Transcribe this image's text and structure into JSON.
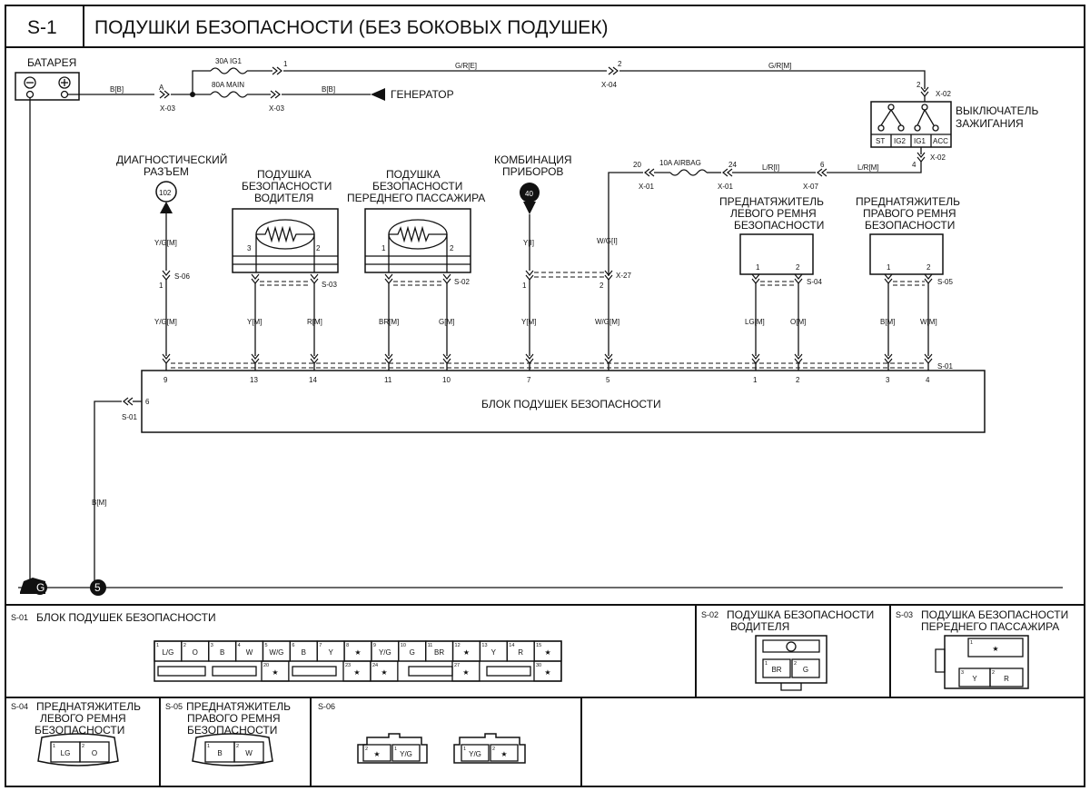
{
  "header": {
    "sheet": "S-1",
    "title": "ПОДУШКИ БЕЗОПАСНОСТИ (БЕЗ БОКОВЫХ ПОДУШЕК)"
  },
  "components": {
    "battery": "БАТАРЕЯ",
    "generator": "ГЕНЕРАТОР",
    "ignition_1": "ВЫКЛЮЧАТЕЛЬ",
    "ignition_2": "ЗАЖИГАНИЯ",
    "ign_st": "ST",
    "ign_ig2": "IG2",
    "ign_ig1": "IG1",
    "ign_acc": "ACC",
    "diag_1": "ДИАГНОСТИЧЕСКИЙ",
    "diag_2": "РАЗЪЕМ",
    "diag_num": "102",
    "drv_1": "ПОДУШКА",
    "drv_2": "БЕЗОПАСНОСТИ",
    "drv_3": "ВОДИТЕЛЯ",
    "pass_1": "ПОДУШКА",
    "pass_2": "БЕЗОПАСНОСТИ",
    "pass_3": "ПЕРЕДНЕГО ПАССАЖИРА",
    "cluster_1": "КОМБИНАЦИЯ",
    "cluster_2": "ПРИБОРОВ",
    "cluster_num": "40",
    "lpt_1": "ПРЕДНАТЯЖИТЕЛЬ",
    "lpt_2": "ЛЕВОГО РЕМНЯ",
    "lpt_3": "БЕЗОПАСНОСТИ",
    "rpt_1": "ПРЕДНАТЯЖИТЕЛЬ",
    "rpt_2": "ПРАВОГО РЕМНЯ",
    "rpt_3": "БЕЗОПАСНОСТИ",
    "srs": "БЛОК ПОДУШЕК БЕЗОПАСНОСТИ",
    "ground_g": "G",
    "ground_5": "5"
  },
  "fuses": {
    "ig1": "30A IG1",
    "main": "80A MAIN",
    "airbag": "10A AIRBAG"
  },
  "wires": {
    "bb": "B[B]",
    "grE": "G/R[E]",
    "grM": "G/R[M]",
    "lrI": "L/R[I]",
    "lrM": "L/R[M]",
    "ygM": "Y/G[M]",
    "yM": "Y[M]",
    "rM": "R[M]",
    "brM": "BR[M]",
    "gM": "G[M]",
    "yI": "Y[I]",
    "wgI": "W/G[I]",
    "wgM": "W/G[M]",
    "lgM": "LG[M]",
    "oM": "O[M]",
    "bM": "B[M]",
    "wM": "W[M]"
  },
  "connectors": {
    "x03": "X-03",
    "x04": "X-04",
    "x02": "X-02",
    "x01": "X-01",
    "x07": "X-07",
    "x27": "X-27",
    "s01": "S-01",
    "s02": "S-02",
    "s03": "S-03",
    "s04": "S-04",
    "s05": "S-05",
    "s06": "S-06"
  },
  "pins": {
    "a": "A",
    "p1": "1",
    "p2": "2",
    "p3": "3",
    "p4": "4",
    "p5": "5",
    "p6": "6",
    "p7": "7",
    "p9": "9",
    "p10": "10",
    "p11": "11",
    "p13": "13",
    "p14": "14",
    "p20": "20",
    "p24": "24"
  },
  "views": {
    "s01_code": "S-01",
    "s01_title": "БЛОК ПОДУШЕК БЕЗОПАСНОСТИ",
    "s02_code": "S-02",
    "s02_title_1": "ПОДУШКА БЕЗОПАСНОСТИ",
    "s02_title_2": "ВОДИТЕЛЯ",
    "s03_code": "S-03",
    "s03_title_1": "ПОДУШКА БЕЗОПАСНОСТИ",
    "s03_title_2": "ПЕРЕДНЕГО ПАССАЖИРА",
    "s04_code": "S-04",
    "s04_title_1": "ПРЕДНАТЯЖИТЕЛЬ",
    "s04_title_2": "ЛЕВОГО РЕМНЯ",
    "s04_title_3": "БЕЗОПАСНОСТИ",
    "s05_code": "S-05",
    "s05_title_1": "ПРЕДНАТЯЖИТЕЛЬ",
    "s05_title_2": "ПРАВОГО РЕМНЯ",
    "s05_title_3": "БЕЗОПАСНОСТИ",
    "s06_code": "S-06",
    "s01_top": [
      {
        "n": "1",
        "v": "L/G"
      },
      {
        "n": "2",
        "v": "O"
      },
      {
        "n": "3",
        "v": "B"
      },
      {
        "n": "4",
        "v": "W"
      },
      {
        "n": "5",
        "v": "W/G"
      },
      {
        "n": "6",
        "v": "B"
      },
      {
        "n": "7",
        "v": "Y"
      },
      {
        "n": "8",
        "v": "★"
      },
      {
        "n": "9",
        "v": "Y/G"
      },
      {
        "n": "10",
        "v": "G"
      },
      {
        "n": "11",
        "v": "BR"
      },
      {
        "n": "12",
        "v": "★"
      },
      {
        "n": "13",
        "v": "Y"
      },
      {
        "n": "14",
        "v": "R"
      },
      {
        "n": "15",
        "v": "★"
      }
    ],
    "s01_bottom": [
      {
        "n": "20",
        "v": "★"
      },
      {
        "n": "23",
        "v": "★"
      },
      {
        "n": "24",
        "v": "★"
      },
      {
        "n": "27",
        "v": "★"
      },
      {
        "n": "30",
        "v": "★"
      }
    ],
    "s02_pins": [
      {
        "n": "1",
        "v": "BR"
      },
      {
        "n": "2",
        "v": "G"
      }
    ],
    "s03_pins": [
      {
        "n": "1",
        "v": "★"
      },
      {
        "n": "3",
        "v": "Y"
      },
      {
        "n": "2",
        "v": "R"
      }
    ],
    "s04_pins": [
      {
        "n": "1",
        "v": "LG"
      },
      {
        "n": "2",
        "v": "O"
      }
    ],
    "s05_pins": [
      {
        "n": "1",
        "v": "B"
      },
      {
        "n": "2",
        "v": "W"
      }
    ],
    "s06a_pins": [
      {
        "n": "2",
        "v": "★"
      },
      {
        "n": "1",
        "v": "Y/G"
      }
    ],
    "s06b_pins": [
      {
        "n": "1",
        "v": "Y/G"
      },
      {
        "n": "2",
        "v": "★"
      }
    ]
  }
}
